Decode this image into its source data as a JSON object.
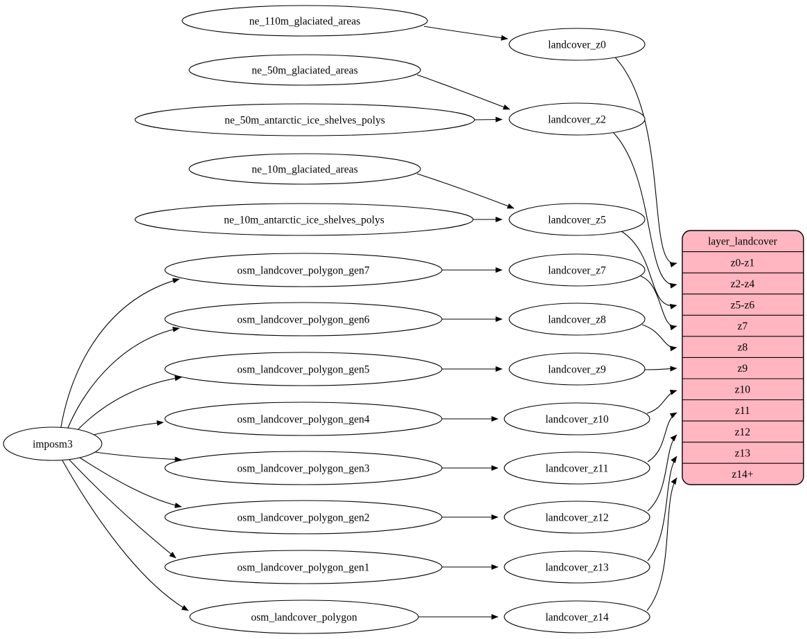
{
  "diagram": {
    "type": "etl-flow-graph",
    "nodes": {
      "imposm3": "imposm3",
      "ne_110m": "ne_110m_glaciated_areas",
      "ne_50m_glac": "ne_50m_glaciated_areas",
      "ne_50m_ant": "ne_50m_antarctic_ice_shelves_polys",
      "ne_10m_glac": "ne_10m_glaciated_areas",
      "ne_10m_ant": "ne_10m_antarctic_ice_shelves_polys",
      "gen7": "osm_landcover_polygon_gen7",
      "gen6": "osm_landcover_polygon_gen6",
      "gen5": "osm_landcover_polygon_gen5",
      "gen4": "osm_landcover_polygon_gen4",
      "gen3": "osm_landcover_polygon_gen3",
      "gen2": "osm_landcover_polygon_gen2",
      "gen1": "osm_landcover_polygon_gen1",
      "poly": "osm_landcover_polygon",
      "z0": "landcover_z0",
      "z2": "landcover_z2",
      "z5": "landcover_z5",
      "z7": "landcover_z7",
      "z8": "landcover_z8",
      "z9": "landcover_z9",
      "z10": "landcover_z10",
      "z11": "landcover_z11",
      "z12": "landcover_z12",
      "z13": "landcover_z13",
      "z14": "landcover_z14"
    },
    "table": {
      "title": "layer_landcover",
      "rows": [
        "z0-z1",
        "z2-z4",
        "z5-z6",
        "z7",
        "z8",
        "z9",
        "z10",
        "z11",
        "z12",
        "z13",
        "z14+"
      ]
    },
    "edges": [
      "imposm3 -> osm_landcover_polygon_gen7",
      "imposm3 -> osm_landcover_polygon_gen6",
      "imposm3 -> osm_landcover_polygon_gen5",
      "imposm3 -> osm_landcover_polygon_gen4",
      "imposm3 -> osm_landcover_polygon_gen3",
      "imposm3 -> osm_landcover_polygon_gen2",
      "imposm3 -> osm_landcover_polygon_gen1",
      "imposm3 -> osm_landcover_polygon",
      "ne_110m_glaciated_areas -> landcover_z0",
      "ne_50m_glaciated_areas -> landcover_z2",
      "ne_50m_antarctic_ice_shelves_polys -> landcover_z2",
      "ne_10m_glaciated_areas -> landcover_z5",
      "ne_10m_antarctic_ice_shelves_polys -> landcover_z5",
      "osm_landcover_polygon_gen7 -> landcover_z7",
      "osm_landcover_polygon_gen6 -> landcover_z8",
      "osm_landcover_polygon_gen5 -> landcover_z9",
      "osm_landcover_polygon_gen4 -> landcover_z10",
      "osm_landcover_polygon_gen3 -> landcover_z11",
      "osm_landcover_polygon_gen2 -> landcover_z12",
      "osm_landcover_polygon_gen1 -> landcover_z13",
      "osm_landcover_polygon -> landcover_z14",
      "landcover_z0 -> layer_landcover:z0-z1",
      "landcover_z2 -> layer_landcover:z2-z4",
      "landcover_z5 -> layer_landcover:z5-z6",
      "landcover_z7 -> layer_landcover:z7",
      "landcover_z8 -> layer_landcover:z8",
      "landcover_z9 -> layer_landcover:z9",
      "landcover_z10 -> layer_landcover:z10",
      "landcover_z11 -> layer_landcover:z11",
      "landcover_z12 -> layer_landcover:z12",
      "landcover_z13 -> layer_landcover:z13",
      "landcover_z14 -> layer_landcover:z14+"
    ],
    "colors": {
      "table_fill": "#ffb6c1",
      "node_fill": "#ffffff",
      "line": "#000000"
    }
  }
}
